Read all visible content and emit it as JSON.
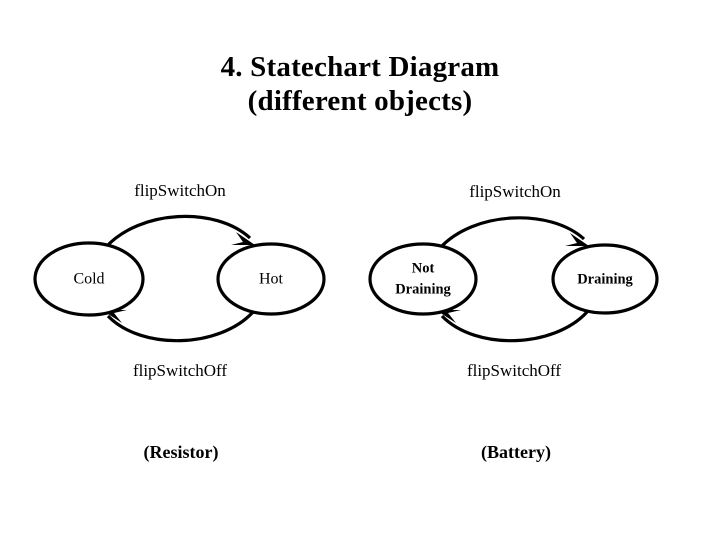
{
  "slide": {
    "background_color": "#ffffff",
    "ink_color": "#000000",
    "title_line1": "4. Statechart Diagram",
    "title_line2": "(different objects)"
  },
  "diagrams": [
    {
      "id": "resistor",
      "caption": "(Resistor)",
      "states": [
        {
          "id": "cold",
          "label": "Cold",
          "label_lines": [
            "Cold"
          ]
        },
        {
          "id": "hot",
          "label": "Hot",
          "label_lines": [
            "Hot"
          ]
        }
      ],
      "transitions": [
        {
          "id": "cold-to-hot",
          "label": "flipSwitchOn",
          "from": "cold",
          "to": "hot",
          "position": "top"
        },
        {
          "id": "hot-to-cold",
          "label": "flipSwitchOff",
          "from": "hot",
          "to": "cold",
          "position": "bottom"
        }
      ]
    },
    {
      "id": "battery",
      "caption": "(Battery)",
      "states": [
        {
          "id": "not-draining",
          "label": "Not Draining",
          "label_lines": [
            "Not",
            "Draining"
          ]
        },
        {
          "id": "draining",
          "label": "Draining",
          "label_lines": [
            "Draining"
          ]
        }
      ],
      "transitions": [
        {
          "id": "notdraining-to-draining",
          "label": "flipSwitchOn",
          "from": "not-draining",
          "to": "draining",
          "position": "top"
        },
        {
          "id": "draining-to-notdraining",
          "label": "flipSwitchOff",
          "from": "draining",
          "to": "not-draining",
          "position": "bottom"
        }
      ]
    }
  ]
}
